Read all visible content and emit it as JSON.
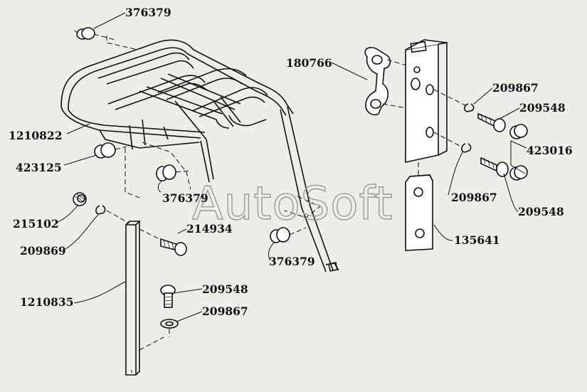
{
  "diagram": {
    "watermark": "AutoSoft",
    "labels": [
      {
        "id": "376379-top",
        "text": "376379"
      },
      {
        "id": "180766",
        "text": "180766"
      },
      {
        "id": "209867-a",
        "text": "209867"
      },
      {
        "id": "209548-a",
        "text": "209548"
      },
      {
        "id": "423016",
        "text": "423016"
      },
      {
        "id": "1210822",
        "text": "1210822"
      },
      {
        "id": "423125",
        "text": "423125"
      },
      {
        "id": "376379-mid",
        "text": "376379"
      },
      {
        "id": "209867-b",
        "text": "209867"
      },
      {
        "id": "209548-b",
        "text": "209548"
      },
      {
        "id": "215102",
        "text": "215102"
      },
      {
        "id": "214934",
        "text": "214934"
      },
      {
        "id": "135641",
        "text": "135641"
      },
      {
        "id": "209869",
        "text": "209869"
      },
      {
        "id": "376379-low",
        "text": "376379"
      },
      {
        "id": "1210835",
        "text": "1210835"
      },
      {
        "id": "209548-c",
        "text": "209548"
      },
      {
        "id": "209867-c",
        "text": "209867"
      }
    ]
  }
}
